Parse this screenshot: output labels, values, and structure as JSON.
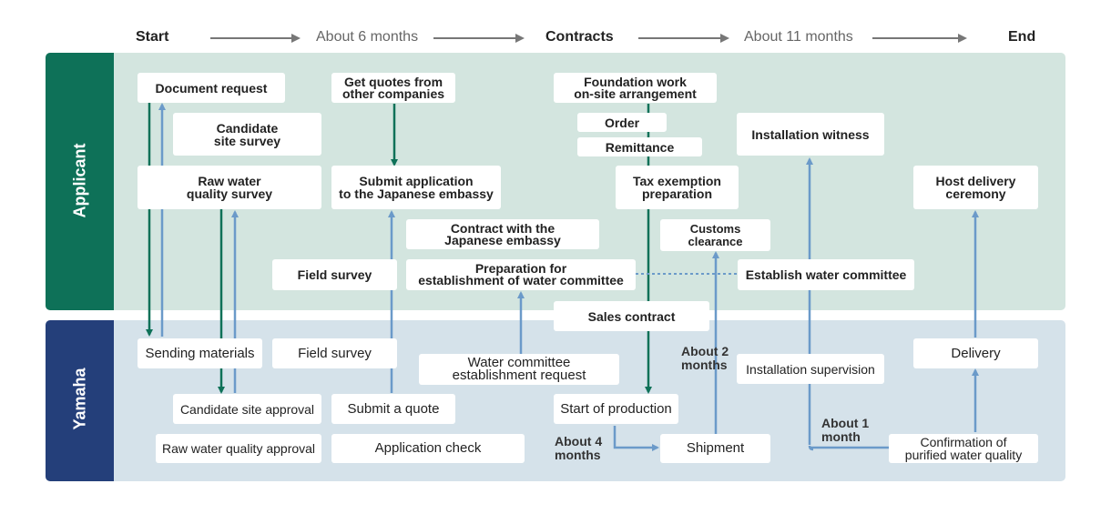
{
  "timeline": {
    "start": "Start",
    "phase1": "About 6 months",
    "contracts": "Contracts",
    "phase2": "About 11 months",
    "end": "End"
  },
  "lanes": {
    "applicant": "Applicant",
    "yamaha": "Yamaha"
  },
  "applicant": {
    "document_request": "Document request",
    "candidate_site_survey": "Candidate\nsite survey",
    "raw_water_quality_survey": "Raw water\nquality survey",
    "get_quotes": "Get quotes from\nother companies",
    "submit_application": "Submit application\nto the Japanese embassy",
    "contract_embassy": "Contract with the\nJapanese embassy",
    "field_survey": "Field survey",
    "prep_water_committee": "Preparation for\nestablishment of water committee",
    "foundation_work": "Foundation work\non-site arrangement",
    "order": "Order",
    "remittance": "Remittance",
    "tax_exemption": "Tax exemption\npreparation",
    "customs_clearance": "Customs clearance",
    "installation_witness": "Installation witness",
    "establish_water_committee": "Establish water committee",
    "host_delivery": "Host delivery\nceremony"
  },
  "yamaha": {
    "sales_contract": "Sales contract",
    "sending_materials": "Sending materials",
    "candidate_site_approval": "Candidate site approval",
    "raw_water_quality_approval": "Raw water quality approval",
    "field_survey": "Field survey",
    "submit_quote": "Submit a quote",
    "application_check": "Application check",
    "water_committee_request": "Water committee\nestablishment request",
    "start_production": "Start of production",
    "shipment": "Shipment",
    "installation_supervision": "Installation supervision",
    "delivery": "Delivery",
    "confirmation_purified": "Confirmation of\npurified water quality"
  },
  "notes": {
    "about_4_months": "About 4\nmonths",
    "about_2_months": "About 2\nmonths",
    "about_1_month": "About 1\nmonth"
  },
  "colors": {
    "applicant_band": "#d3e5df",
    "applicant_tab": "#0e7158",
    "yamaha_band": "#d5e2ea",
    "yamaha_tab": "#243f7a",
    "green_arrow": "#0e7158",
    "blue_arrow": "#6b9ac9",
    "gray_arrow": "#777777"
  }
}
